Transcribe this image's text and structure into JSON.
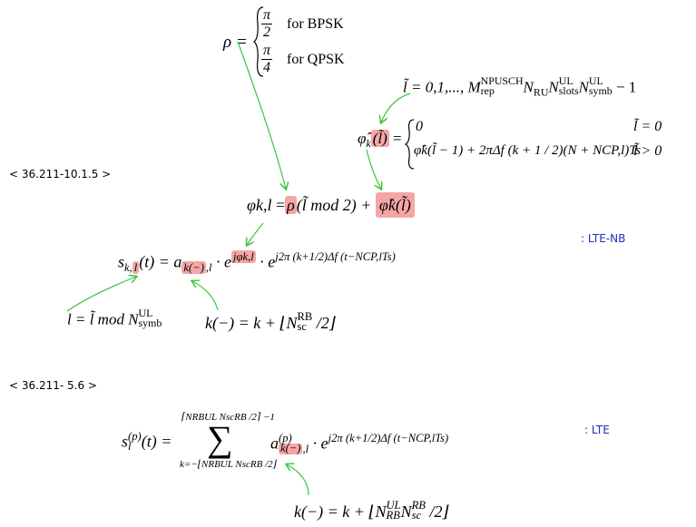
{
  "rho": {
    "lhs": "ρ =",
    "bpsk_num": "π",
    "bpsk_den": "2",
    "bpsk_label": "for  BPSK",
    "qpsk_num": "π",
    "qpsk_den": "4",
    "qpsk_label": "for  QPSK"
  },
  "ltilde_eq": {
    "lhs": "l̃  = 0,1,..., ",
    "m": "M",
    "m_sub": "rep",
    "m_sup": "NPUSCH",
    "nru": "N",
    "nru_sub": "RU",
    "nslots": "N",
    "nslots_sub": "slots",
    "nslots_sup": "UL",
    "nsymb": "N",
    "nsymb_sub": "symb",
    "nsymb_sup": "UL",
    "tail": " − 1"
  },
  "phihat": {
    "lhs_phi": "φ̂",
    "lhs_sub": "k",
    "lhs_arg": "(l̃)",
    "eq": " =",
    "case1_val": "0",
    "case1_cond": "l̃  = 0",
    "case2_val": "φ̂k(l̃ − 1) + 2πΔf (k + 1 / 2)(N + NCP,l)Ts",
    "case2_cond": "l̃  > 0"
  },
  "phi_kl": {
    "lhs": "φk,l",
    "eq": " =",
    "rho": "ρ",
    "arg": "(l̃  mod 2) +",
    "phihat": "φ̂k(l̃)"
  },
  "s_eq": {
    "s": "s",
    "s_sub": "k,",
    "s_sub_l": "l",
    "arg": "(t) =",
    "a": "a",
    "a_sub": "k(−)",
    "a_sub2": ",l",
    "dot1": " · e",
    "exp1": "jφk,l",
    "dot2": " · e",
    "exp2": "j2π (k+1/2)Δf (t−NCP,lTs)"
  },
  "l_def": {
    "text": "l = l̃  mod N",
    "sub": "symb",
    "sup": "UL"
  },
  "kminus_nb": {
    "lhs": "k(−) = k + ⌊",
    "n": "N",
    "n_sub": "sc",
    "n_sup": "RB",
    "tail": " /2⌋"
  },
  "ref_nb": "< 36.211-10.1.5 >",
  "tag_nb": ": LTE-NB",
  "ref_lte": "< 36.211- 5.6 >",
  "tag_lte": ": LTE",
  "lte_eq": {
    "s": "s",
    "s_sub": "l",
    "s_sup": "(p)",
    "arg": "(t) =",
    "upper": "⌈NRBUL NscRB /2⌉ −1",
    "sum": "∑",
    "lower": "k=−⌊NRBUL NscRB /2⌋",
    "a": "a",
    "a_sup": "(p)",
    "a_sub": "k(−)",
    "a_sub2": ",l",
    "dot": " · e",
    "exp": "j2π (k+1/2)Δf (t−NCP,lTs)"
  },
  "kminus_lte": {
    "lhs": "k(−) = k + ⌊",
    "n1": "N",
    "n1_sub": "RB",
    "n1_sup": "UL",
    "n2": "N",
    "n2_sub": "sc",
    "n2_sup": "RB",
    "tail": " /2⌋"
  },
  "colors": {
    "arrow": "#3cc43c",
    "highlight": "#f4a6a6",
    "tag": "#1f2fb8"
  }
}
